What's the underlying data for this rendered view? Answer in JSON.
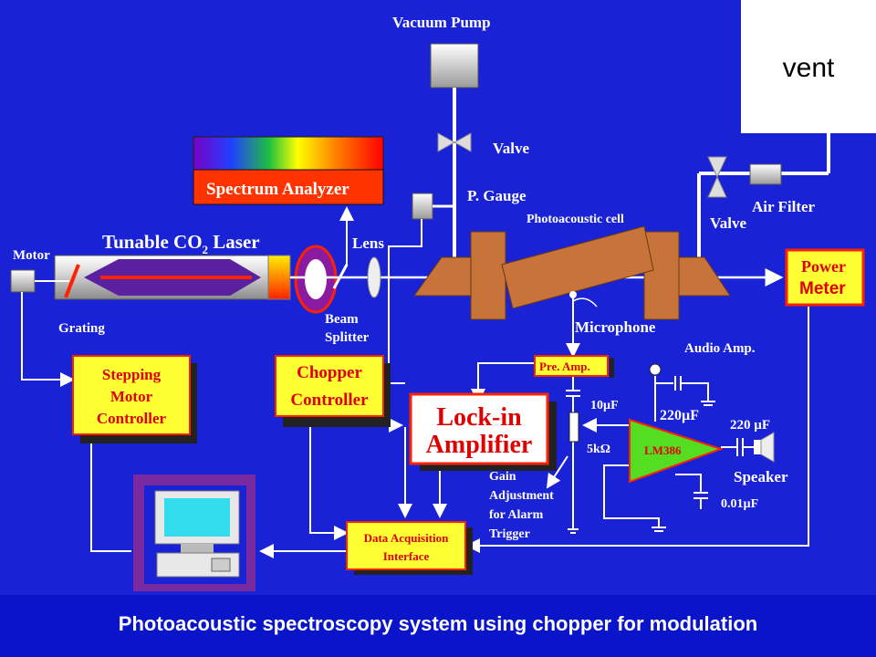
{
  "diagram": {
    "labels": {
      "vacuum_pump": "Vacuum Pump",
      "valve_top": "Valve",
      "p_gauge": "P. Gauge",
      "photoacoustic_cell": "Photoacoustic cell",
      "air_filter": "Air Filter",
      "valve_right": "Valve",
      "spectrum_analyzer": "Spectrum Analyzer",
      "laser_main": "Tunable CO",
      "laser_sub": "2",
      "laser_tail": " Laser",
      "motor": "Motor",
      "grating": "Grating",
      "lens": "Lens",
      "beam_splitter_1": "Beam",
      "beam_splitter_2": "Splitter",
      "microphone": "Microphone",
      "power_meter_1": "Power",
      "power_meter_2": "Meter",
      "audio_amp": "Audio Amp.",
      "pre_amp": "Pre. Amp.",
      "stepping_1": "Stepping",
      "stepping_2": "Motor",
      "stepping_3": "Controller",
      "chopper_1": "Chopper",
      "chopper_2": "Controller",
      "lockin_1": "Lock-in",
      "lockin_2": "Amplifier",
      "cap_10uf": "10µF",
      "res_5k": "5kΩ",
      "cap_220uf_a": "220µF",
      "cap_220uf_b": "220 µF",
      "lm386": "LM386",
      "speaker": "Speaker",
      "cap_001uf": "0.01µF",
      "gain_1": "Gain",
      "gain_2": "Adjustment",
      "gain_3": "for Alarm",
      "gain_4": "Trigger",
      "daq_1": "Data Acquisition",
      "daq_2": "Interface"
    }
  },
  "vent": {
    "label": "vent"
  },
  "caption": {
    "text": "Photoacoustic spectroscopy system using chopper for modulation"
  },
  "colors": {
    "background": "#1a22d6",
    "box_yellow": "#ffff33",
    "box_border_red": "#ff2200",
    "text_red": "#e00000",
    "cell_brown": "#c8733a",
    "amp_green": "#55dd22"
  }
}
